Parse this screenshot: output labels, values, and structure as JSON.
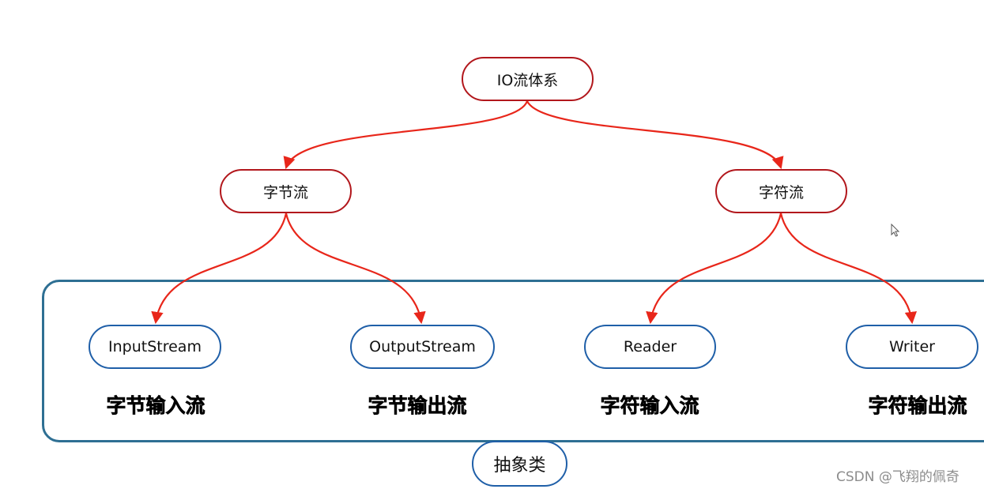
{
  "root": {
    "label": "IO流体系"
  },
  "categories": [
    {
      "label": "字节流"
    },
    {
      "label": "字符流"
    }
  ],
  "leaves": [
    {
      "label": "InputStream",
      "caption": "字节输入流"
    },
    {
      "label": "OutputStream",
      "caption": "字节输出流"
    },
    {
      "label": "Reader",
      "caption": "字符输入流"
    },
    {
      "label": "Writer",
      "caption": "字符输出流"
    }
  ],
  "group": {
    "label": "抽象类"
  },
  "watermark": "CSDN @飞翔的佩奇",
  "colors": {
    "red_border": "#b2171c",
    "arrow": "#e8261a",
    "blue_border": "#1f5fa8",
    "group_border": "#2e6f93"
  }
}
